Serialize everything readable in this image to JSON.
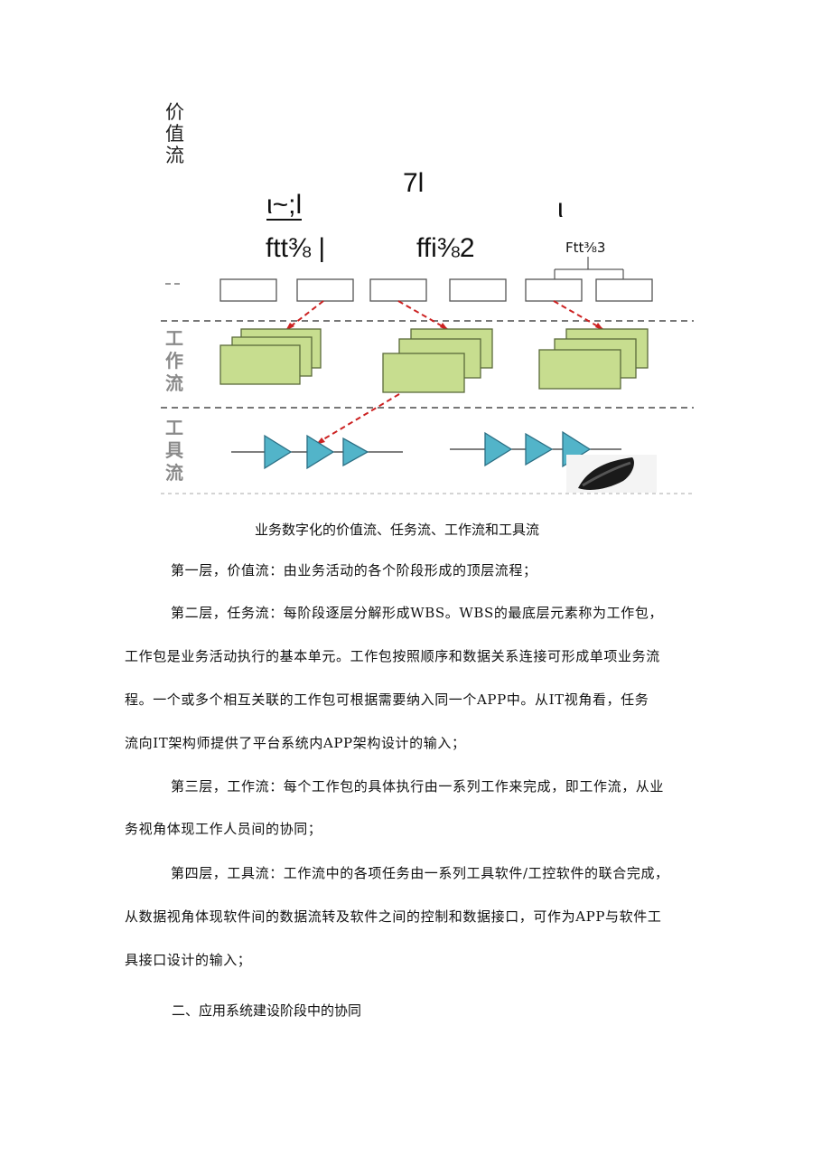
{
  "figure": {
    "side_label": [
      "价",
      "值",
      "流"
    ],
    "garbled_title": "7l",
    "garbled_group_1": "ι~;l",
    "garbled_group_2": "ι",
    "stage_labels": [
      "ftt⅜ |",
      "ffi⅜2",
      "Ftt⅜3"
    ],
    "lane_labels": {
      "work_flow": [
        "工",
        "作",
        "流"
      ],
      "tool_flow": [
        "工",
        "具",
        "流"
      ]
    },
    "colors": {
      "work_package_fill": "#c7dd8f",
      "work_package_stroke": "#5a6a3a",
      "tool_fill": "#52b4c9",
      "tool_stroke": "#2c6f84",
      "arrow_red": "#cc2222",
      "lane_divider": "#777777"
    }
  },
  "caption": "业务数字化的价值流、任务流、工作流和工具流",
  "paragraphs": [
    "第一层，价值流：由业务活动的各个阶段形成的顶层流程；",
    "第二层，任务流：每阶段逐层分解形成WBS。WBS的最底层元素称为工作包，",
    "工作包是业务活动执行的基本单元。工作包按照顺序和数据关系连接可形成单项业务流",
    "程。一个或多个相互关联的工作包可根据需要纳入同一个APP中。从IT视角看，任务",
    "流向IT架构师提供了平台系统内APP架构设计的输入；",
    "第三层，工作流：每个工作包的具体执行由一系列工作来完成，即工作流，从业",
    "务视角体现工作人员间的协同；",
    "第四层，工具流：工作流中的各项任务由一系列工具软件/工控软件的联合完成，",
    "从数据视角体现软件间的数据流转及软件之间的控制和数据接口，可作为APP与软件工",
    "具接口设计的输入；"
  ],
  "section_heading": "二、应用系统建设阶段中的协同"
}
